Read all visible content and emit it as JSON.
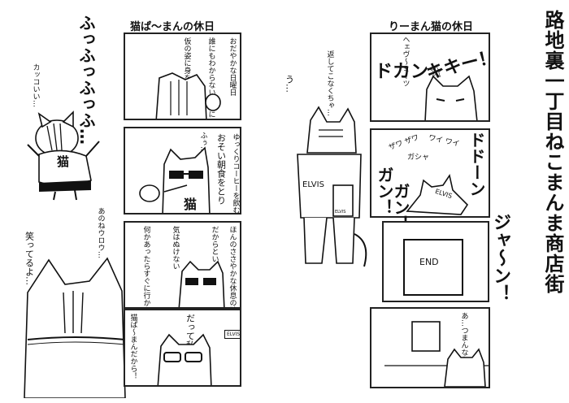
{
  "left_page": {
    "title": "猫ぱ〜まんの休日",
    "side_text_1": "ふっふっふっふ…",
    "side_text_2": "カッコいい…",
    "side_text_3": "あのねウロウ…",
    "side_text_4": "笑ってるよ…",
    "cat_shirt": "猫",
    "panel1_text_a": "おだやかな日曜日",
    "panel1_text_b": "誰にもわからないように",
    "panel1_text_c": "仮の姿に身を包み…",
    "panel2_text_a": "ふぅ…",
    "panel2_text_b": "おそい朝食をとり",
    "panel2_text_c": "ゆっくりコーヒーを飲む…",
    "panel2_shirt": "猫",
    "panel3_text_a": "ほんのささやかな休息の時…",
    "panel3_text_b": "だからといって",
    "panel3_text_c": "気はぬけない",
    "panel3_text_d": "何かあったらすぐに行かなければならない…",
    "panel4_text_a": "猫ぱ〜まんだから！",
    "panel4_text_b": "だって私は",
    "panel4_book": "ELVIS"
  },
  "right_page": {
    "title": "りーまん猫の休日",
    "side_text_1": "返してこなくちゃ…",
    "side_text_2": "う…",
    "shirt_text": "ELVIS",
    "book_text": "ELVIS",
    "panel1_sfx_a": "キキー！",
    "panel1_sfx_b": "ドカン☆",
    "panel1_sfx_c": "ヘェヴ〜ミーツ",
    "panel2_sfx_a": "ドドーン",
    "panel2_sfx_b": "ザワ ザワ",
    "panel2_sfx_c": "ワイ ワイ",
    "panel2_sfx_d": "ガシャ",
    "panel2_shirt": "ELVIS",
    "side_sfx_1": "ガン！",
    "side_sfx_2": "ガン！",
    "panel3_sfx": "ジャ〜ン！",
    "panel3_screen": "END",
    "panel4_text": "あ…つまんなかった",
    "series_title": "路地裏一丁目ねこまんま商店街"
  }
}
